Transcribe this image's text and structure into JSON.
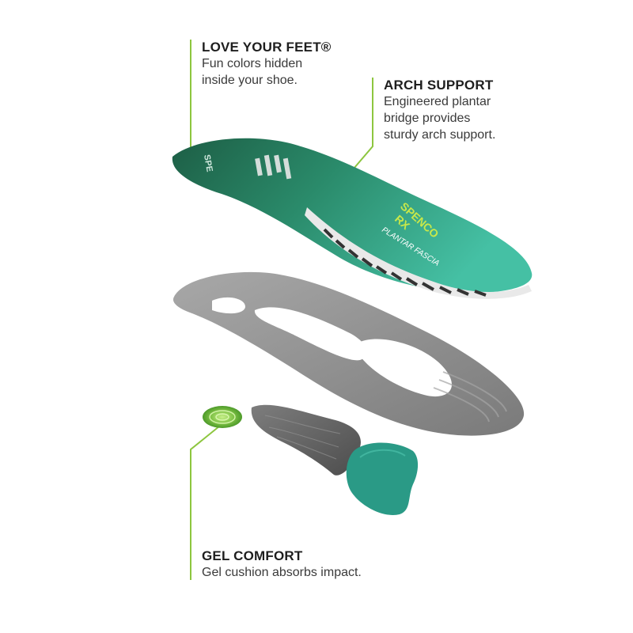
{
  "callouts": {
    "love": {
      "title": "LOVE YOUR FEET®",
      "description": "Fun colors hidden\ninside your shoe."
    },
    "arch": {
      "title": "ARCH SUPPORT",
      "description": "Engineered plantar\nbridge provides\nsturdy arch support."
    },
    "gel": {
      "title": "GEL COMFORT",
      "description": "Gel cushion absorbs impact."
    }
  },
  "insole_print": {
    "brand": "SPENCO",
    "model": "RX",
    "label": "PLANTAR FASCIA",
    "heel_mark": "SPE"
  },
  "colors": {
    "accent_green": "#8dc63f",
    "top_cover_dark": "#1f6b4f",
    "top_cover_light": "#3bb59a",
    "shell_gray": "#8a8a8a",
    "gel_teal": "#2a9a86"
  }
}
